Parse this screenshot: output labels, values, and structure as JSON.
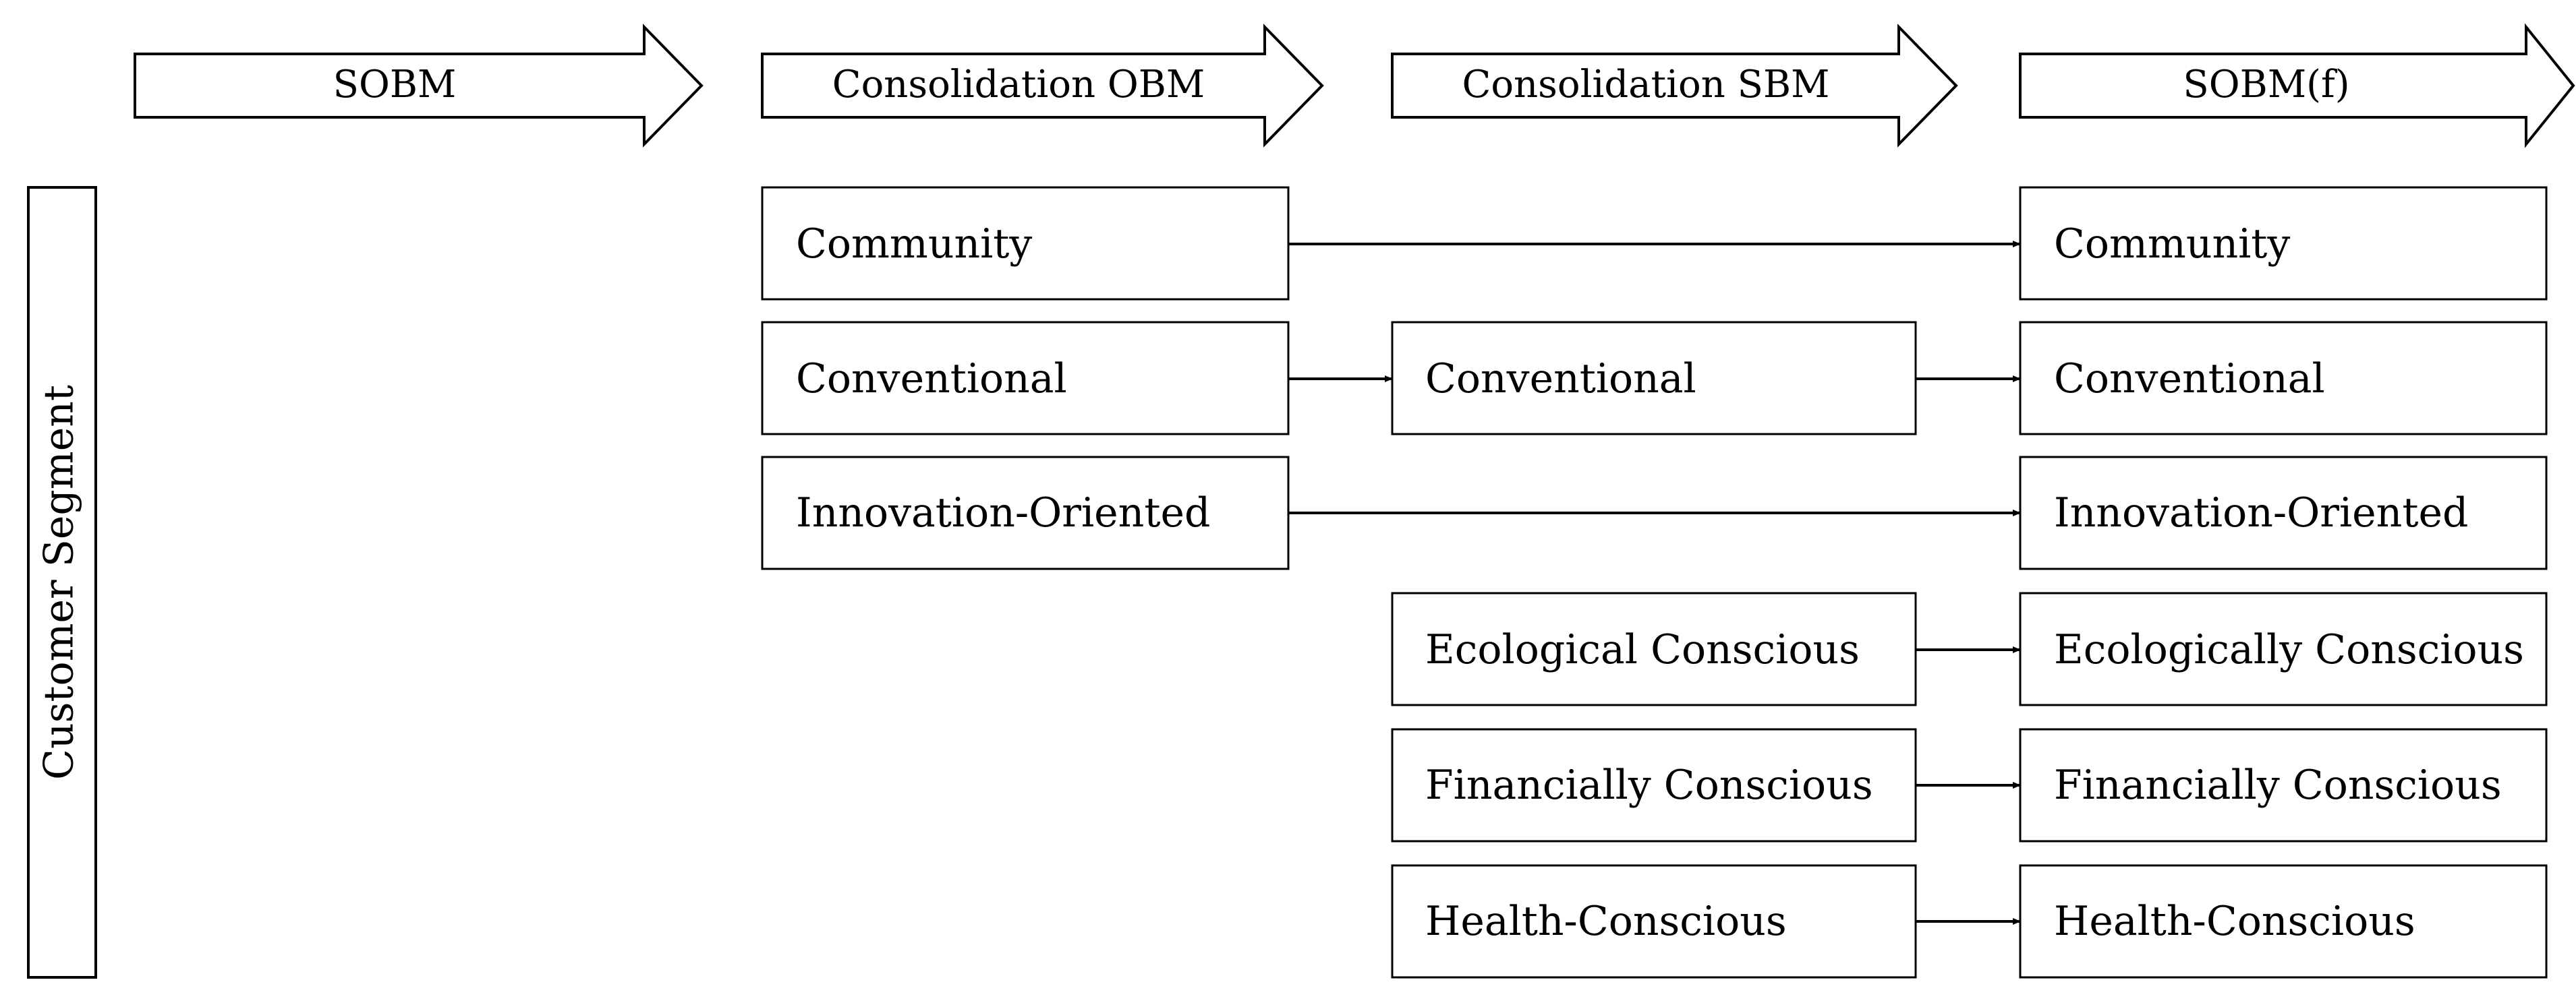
{
  "phases": [
    {
      "label": "SOBM"
    },
    {
      "label": "Consolidation OBM"
    },
    {
      "label": "Consolidation SBM"
    },
    {
      "label": "SOBM(f)"
    }
  ],
  "side_label": "Customer Segment",
  "columns": {
    "obm": [
      "Community",
      "Conventional",
      "Innovation-Oriented"
    ],
    "sbm": [
      "Conventional",
      "Ecological Conscious",
      "Financially Conscious",
      "Health-Conscious"
    ],
    "final": [
      "Community",
      "Conventional",
      "Innovation-Oriented",
      "Ecologically Conscious",
      "Financially Conscious",
      "Health-Conscious"
    ]
  },
  "colors": {
    "stroke": "#000000",
    "fill": "#ffffff",
    "text": "#000000"
  }
}
